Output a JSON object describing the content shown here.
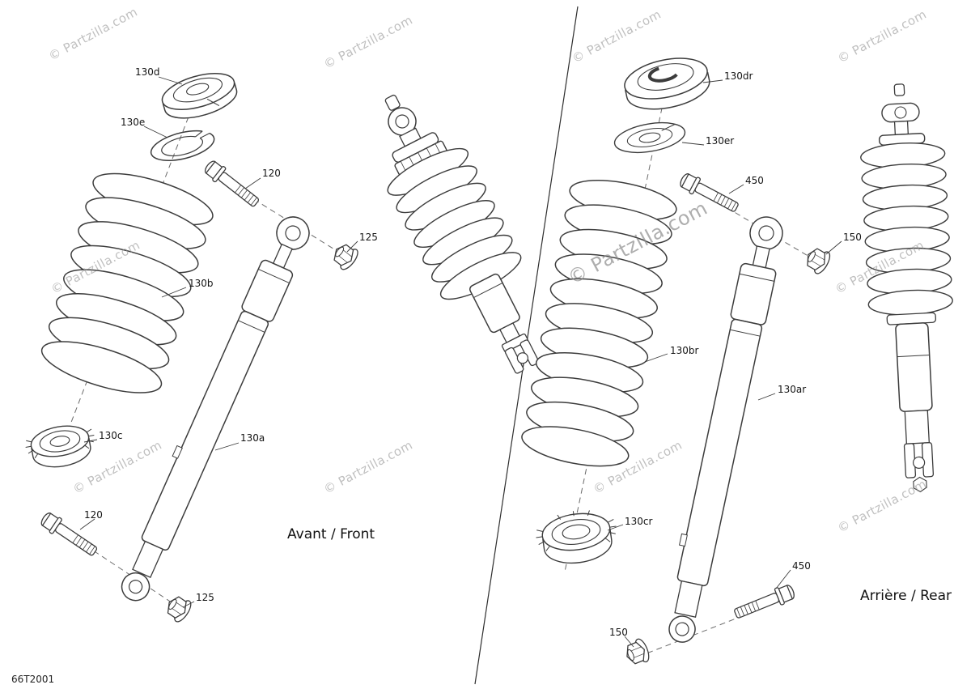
{
  "diagram": {
    "code": "66T2001",
    "watermark": "© Partzilla.com",
    "front": {
      "label": "Avant / Front",
      "callouts": {
        "c130d": "130d",
        "c130e": "130e",
        "c120a": "120",
        "c125a": "125",
        "c130b": "130b",
        "c130c": "130c",
        "c130a": "130a",
        "c120b": "120",
        "c125b": "125"
      }
    },
    "rear": {
      "label": "Arrière / Rear",
      "callouts": {
        "c130dr": "130dr",
        "c130er": "130er",
        "c450a": "450",
        "c150a": "150",
        "c130br": "130br",
        "c130ar": "130ar",
        "c130cr": "130cr",
        "c450b": "450",
        "c150b": "150"
      }
    }
  }
}
